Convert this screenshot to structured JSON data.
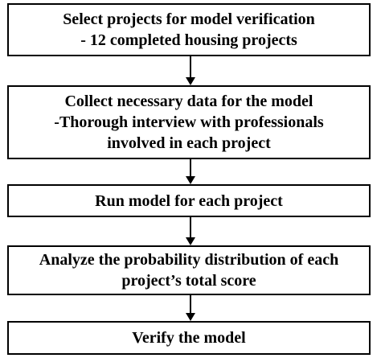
{
  "flowchart": {
    "steps": [
      {
        "lines": [
          "Select projects for model verification",
          "- 12 completed housing projects"
        ]
      },
      {
        "lines": [
          "Collect necessary data for the model",
          "-Thorough interview with professionals",
          "involved in each project"
        ]
      },
      {
        "lines": [
          "Run model for each project"
        ]
      },
      {
        "lines": [
          "Analyze the probability distribution of each",
          "project’s total score"
        ]
      },
      {
        "lines": [
          "Verify the model"
        ]
      }
    ]
  }
}
